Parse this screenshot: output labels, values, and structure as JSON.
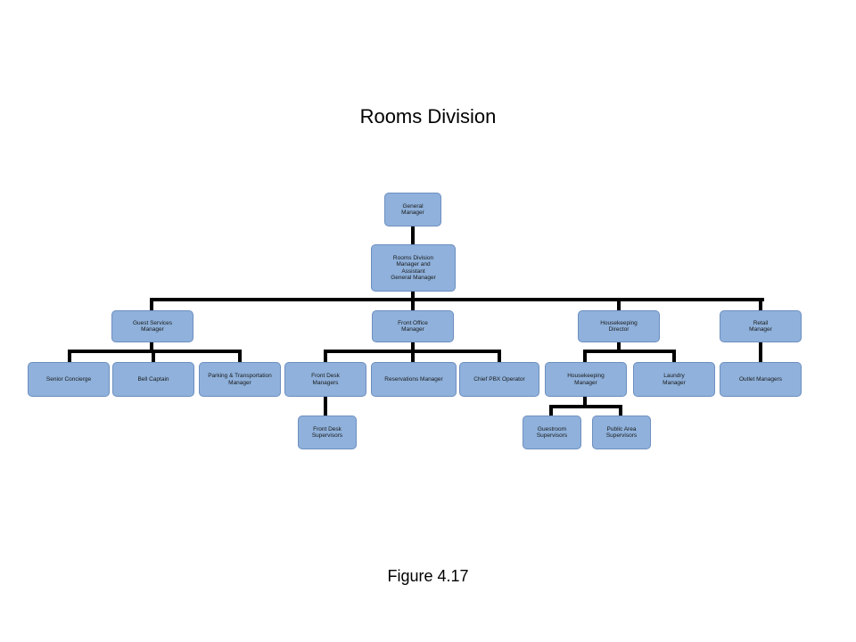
{
  "title": "Rooms Division",
  "caption": "Figure 4.17",
  "colors": {
    "box_fill": "#8fb1db",
    "box_border": "#6d8fbf",
    "connector": "#000000"
  },
  "org": {
    "general_manager": "General\nManager",
    "rooms_division_manager": "Rooms Division\nManager and\nAssistant\nGeneral Manager",
    "guest_services_manager": "Guest Services\nManager",
    "senior_concierge": "Senior Concierge",
    "bell_captain": "Bell Captain",
    "parking_transportation_manager": "Parking & Transportation\nManager",
    "front_office_manager": "Front Office\nManager",
    "front_desk_managers": "Front Desk\nManagers",
    "front_desk_supervisors": "Front Desk\nSupervisors",
    "reservations_manager": "Reservations Manager",
    "chief_pbx_operator": "Chief PBX Operator",
    "housekeeping_director": "Housekeeping\nDirector",
    "housekeeping_manager": "Housekeeping\nManager",
    "guestroom_supervisors": "Guestroom\nSupervisors",
    "public_area_supervisors": "Public Area\nSupervisors",
    "laundry_manager": "Laundry\nManager",
    "retail_manager": "Retail\nManager",
    "outlet_managers": "Outlet Managers"
  }
}
